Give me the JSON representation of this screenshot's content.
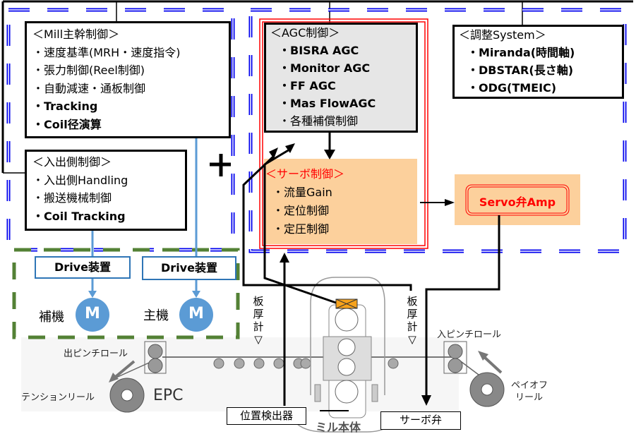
{
  "mill_master": {
    "title": "＜Mill主幹制御＞",
    "items": [
      "・速度基準(MRH・速度指令)",
      "・張力制御(Reel制御)",
      "・自動減速・通板制御",
      "・Tracking",
      "・Coil径演算"
    ]
  },
  "entry_exit": {
    "title": "＜入出側制御＞",
    "items": [
      "・入出側Handling",
      "・搬送機械制御",
      "・Coil Tracking"
    ]
  },
  "plus_sign": "+",
  "agc": {
    "title": "＜AGC制御＞",
    "items": [
      "・BISRA AGC",
      "・Monitor AGC",
      "・FF AGC",
      "・Mas FlowAGC",
      "・各種補償制御"
    ]
  },
  "adjust_system": {
    "title": "＜調整System＞",
    "items": [
      "・Miranda(時間軸)",
      "・DBSTAR(長さ軸)",
      "・ODG(TMEIC)"
    ]
  },
  "servo_control": {
    "title": "＜サーボ制御＞",
    "items": [
      "・流量Gain",
      "・定位制御",
      "・定圧制御"
    ]
  },
  "servo_amp": {
    "label": "Servo弁Amp"
  },
  "drives": [
    {
      "label": "Drive装置",
      "motor_label": "補機",
      "motor_symbol": "M"
    },
    {
      "label": "Drive装置",
      "motor_label": "主機",
      "motor_symbol": "M"
    }
  ],
  "thickness_gauge": {
    "label": "板厚計▽"
  },
  "mill": {
    "exit_pinch_roll": "出ピンチロール",
    "tension_reel": "テンションリール",
    "epc": "EPC",
    "entry_pinch_roll": "入ピンチロール",
    "payoff_reel_line1": "ペイオフ",
    "payoff_reel_line2": "リール",
    "mill_body": "ミル本体",
    "position_detector": "位置検出器",
    "servo_valve": "サーボ弁"
  },
  "colors": {
    "blue_dash": "#0000ee",
    "red_border": "#ff0000",
    "servo_fill": "#fcd09c",
    "agc_fill": "#e6e6e6",
    "drive_blue": "#5b9bd5",
    "green_dash": "#538135",
    "sensor_orange": "#f7a21b"
  }
}
